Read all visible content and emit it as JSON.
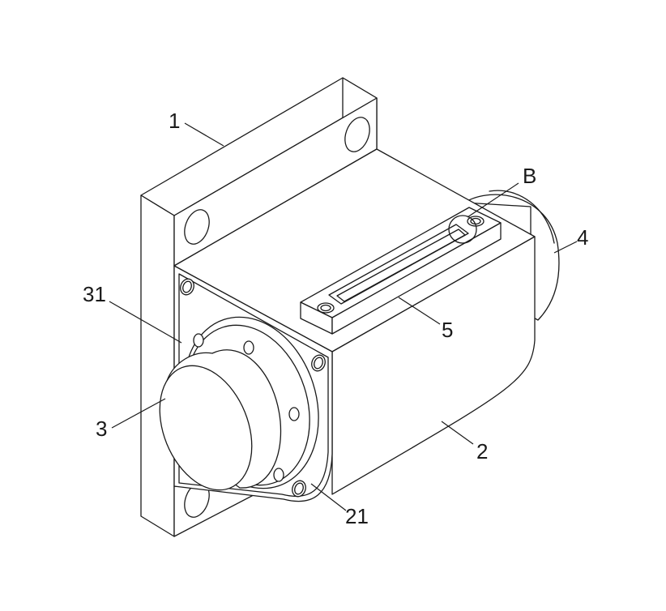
{
  "drawing": {
    "callouts": {
      "mounting_plate": "1",
      "housing": "2",
      "housing_rim": "21",
      "front_cap": "3",
      "front_flange": "31",
      "rear_cap": "4",
      "top_rail": "5",
      "detail_ref": "B"
    }
  }
}
